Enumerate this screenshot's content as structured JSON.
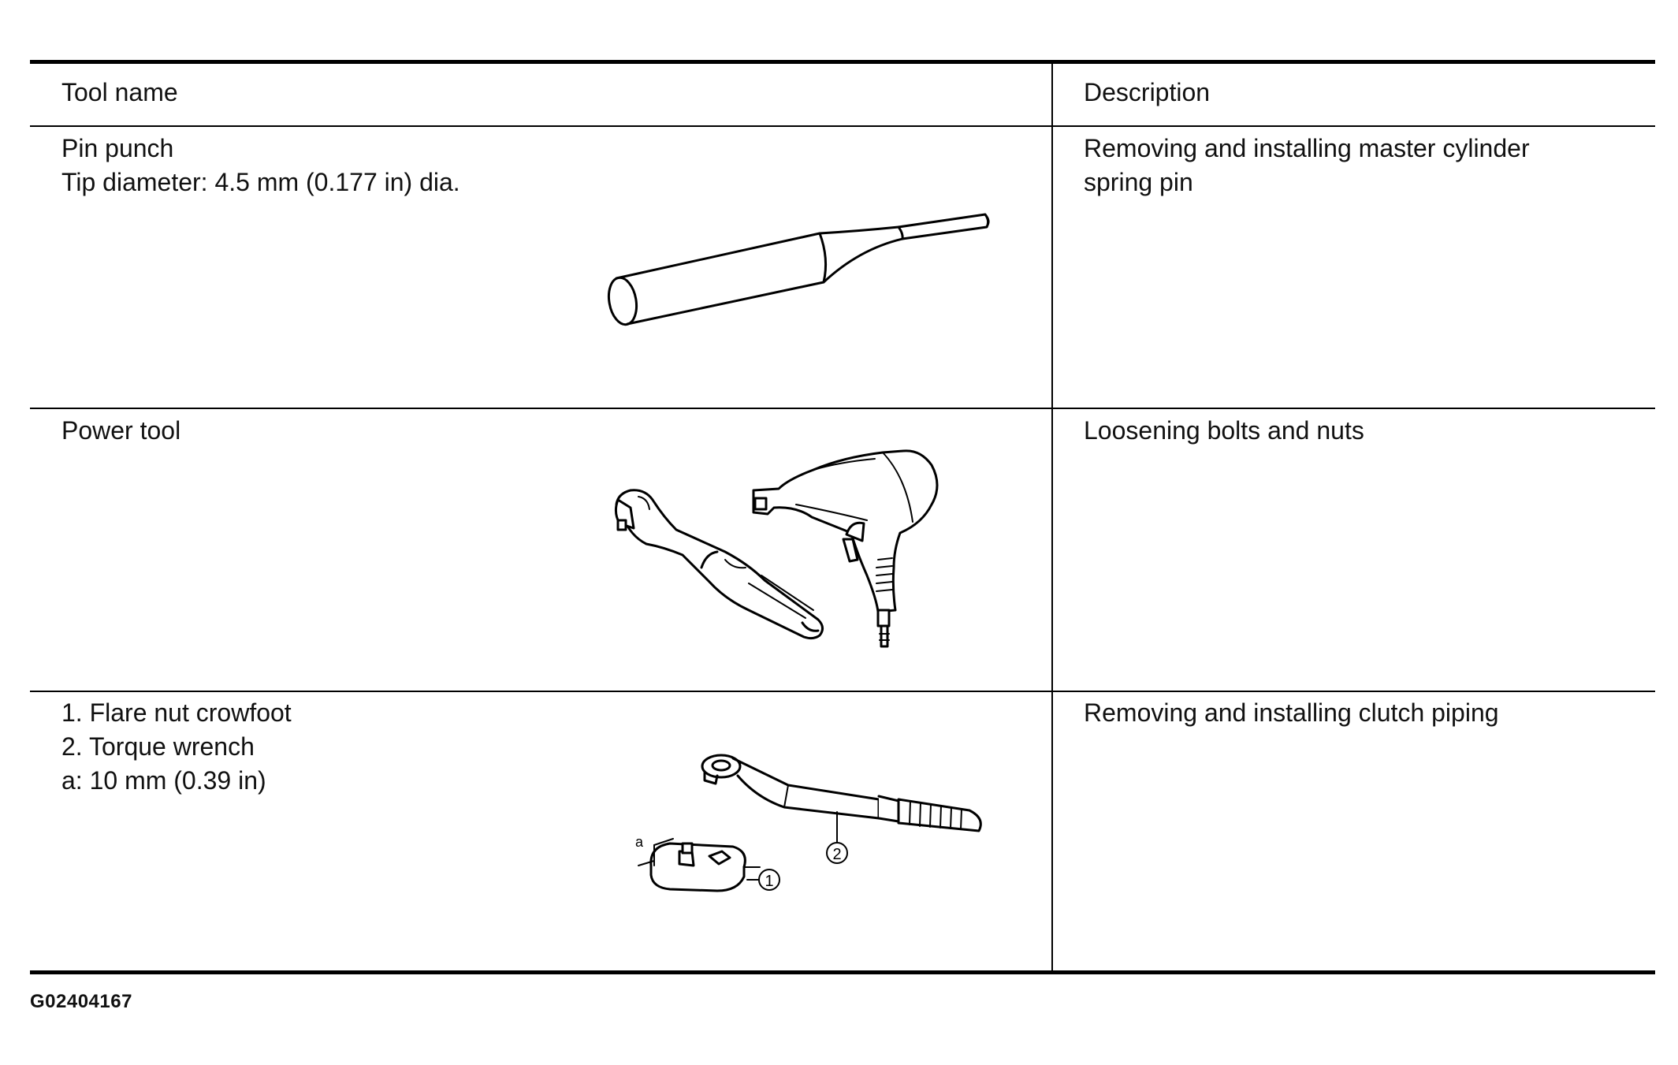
{
  "table": {
    "headers": {
      "tool_name": "Tool name",
      "description": "Description"
    },
    "rows": [
      {
        "tool_lines": [
          "Pin punch",
          "Tip diameter: 4.5 mm (0.177 in) dia."
        ],
        "description_lines": [
          "Removing and installing master cylinder",
          "spring pin"
        ],
        "illustration": "pin-punch-icon"
      },
      {
        "tool_lines": [
          "Power tool"
        ],
        "description_lines": [
          "Loosening bolts and nuts"
        ],
        "illustration": "power-tools-icon"
      },
      {
        "tool_lines": [
          "1. Flare nut crowfoot",
          "2. Torque wrench",
          "a: 10 mm (0.39 in)"
        ],
        "description_lines": [
          "Removing and installing clutch piping"
        ],
        "illustration": "crowfoot-torque-wrench-icon",
        "callouts": {
          "a": "a",
          "one": "1",
          "two": "2"
        }
      }
    ]
  },
  "figure_code": "G02404167"
}
